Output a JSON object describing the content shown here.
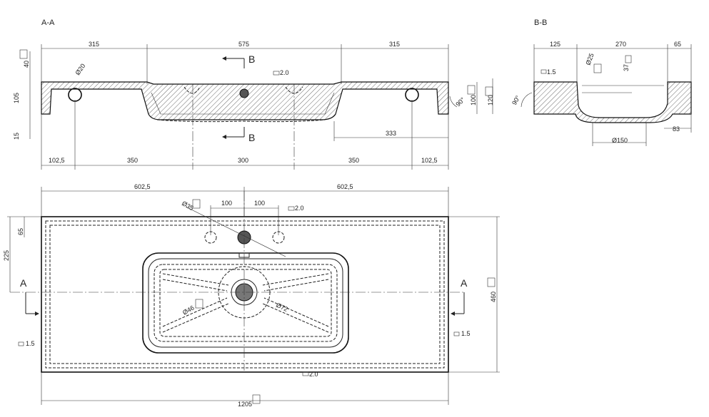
{
  "sections": {
    "aa": "A-A",
    "bb": "B-B",
    "a_marker": "A",
    "b_marker": "B"
  },
  "section_aa": {
    "top_dims": [
      "315",
      "575",
      "315"
    ],
    "bottom_dims": [
      "102,5",
      "350",
      "300",
      "350",
      "102,5"
    ],
    "left_dims": [
      "40",
      "105",
      "15"
    ],
    "right_dims": [
      "100",
      "120"
    ],
    "extra": {
      "d333": "333",
      "d20": "Ø20",
      "flat": "2.0",
      "angle": "90°"
    }
  },
  "section_bb": {
    "top_dims": [
      "125",
      "270",
      "65"
    ],
    "side": {
      "d25": "Ø25",
      "d37": "37",
      "t15": "1.5",
      "angle": "90°"
    },
    "bottom": {
      "d150": "Ø150",
      "d83": "83"
    }
  },
  "plan": {
    "top_dims": [
      "602,5",
      "602,5"
    ],
    "hole_dims": [
      "100",
      "100"
    ],
    "left_dims": [
      "65",
      "225"
    ],
    "right_dims": [
      "460"
    ],
    "bottom_dim": "1205",
    "labels": {
      "d35": "Ø35",
      "d46": "Ø46",
      "d72": "Ø72",
      "flat_top": "2.0",
      "flat_bottom": "2.0",
      "t_left": "1.5",
      "t_right": "1.5"
    }
  },
  "icons": [
    "tolerance-box-icon",
    "flatness-symbol-icon",
    "section-arrow-icon"
  ]
}
